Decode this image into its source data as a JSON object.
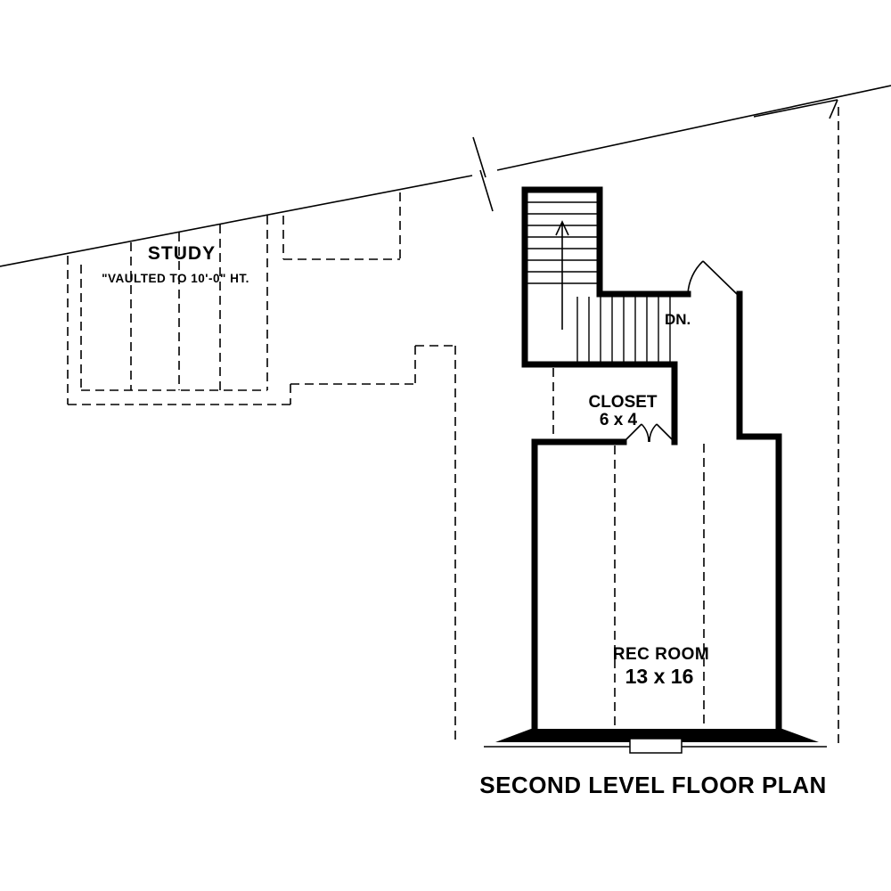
{
  "title": "SECOND LEVEL FLOOR PLAN",
  "rooms": {
    "study": {
      "label": "STUDY",
      "note": "\"VAULTED TO 10'-0\" HT."
    },
    "closet": {
      "label": "CLOSET",
      "size": "6 x 4"
    },
    "rec_room": {
      "label": "REC ROOM",
      "size": "13 x 16"
    },
    "stairs": {
      "direction_label": "DN."
    }
  },
  "colors": {
    "line": "#000000",
    "background": "#ffffff"
  }
}
